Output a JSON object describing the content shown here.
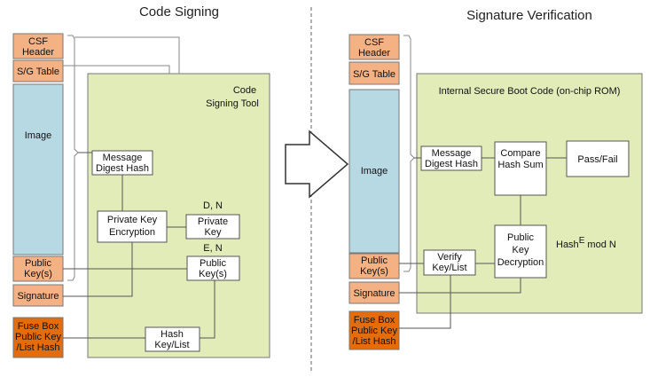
{
  "left": {
    "title": "Code Signing",
    "csf_header": [
      "CSF",
      "Header"
    ],
    "sg_table": "S/G Table",
    "image": "Image",
    "public_keys": [
      "Public",
      "Key(s)"
    ],
    "signature": "Signature",
    "fuse_box": [
      "Fuse Box",
      "Public Key",
      "/List Hash"
    ],
    "tool_title": [
      "Code",
      "Signing Tool"
    ],
    "message_digest_hash": [
      "Message",
      "Digest Hash"
    ],
    "private_key_encryption": [
      "Private Key",
      "Encryption"
    ],
    "dn_label": "D, N",
    "private_key": [
      "Private",
      "Key"
    ],
    "en_label": "E, N",
    "tool_public_keys": [
      "Public",
      "Key(s)"
    ],
    "hash_key_list": [
      "Hash",
      "Key/List"
    ]
  },
  "right": {
    "title": "Signature Verification",
    "csf_header": [
      "CSF",
      "Header"
    ],
    "sg_table": "S/G Table",
    "image": "Image",
    "public_keys": [
      "Public",
      "Key(s)"
    ],
    "signature": "Signature",
    "fuse_box": [
      "Fuse Box",
      "Public Key",
      "/List Hash"
    ],
    "rom_title": "Internal Secure Boot Code (on-chip ROM)",
    "message_digest_hash": [
      "Message",
      "Digest Hash"
    ],
    "compare_hash_sum": [
      "Compare",
      "Hash Sum"
    ],
    "pass_fail": "Pass/Fail",
    "public_key_decryption": [
      "Public",
      "Key",
      "Decryption"
    ],
    "formula_base": "Hash",
    "formula_sup": "E",
    "formula_tail": " mod N",
    "verify_key_list": [
      "Verify",
      "Key/List"
    ]
  },
  "colors": {
    "salmon": "#f4b183",
    "orange": "#e46c0a",
    "blue": "#b7d9e4",
    "green": "#e2ecb8",
    "line": "#555555",
    "border": "#666666"
  }
}
